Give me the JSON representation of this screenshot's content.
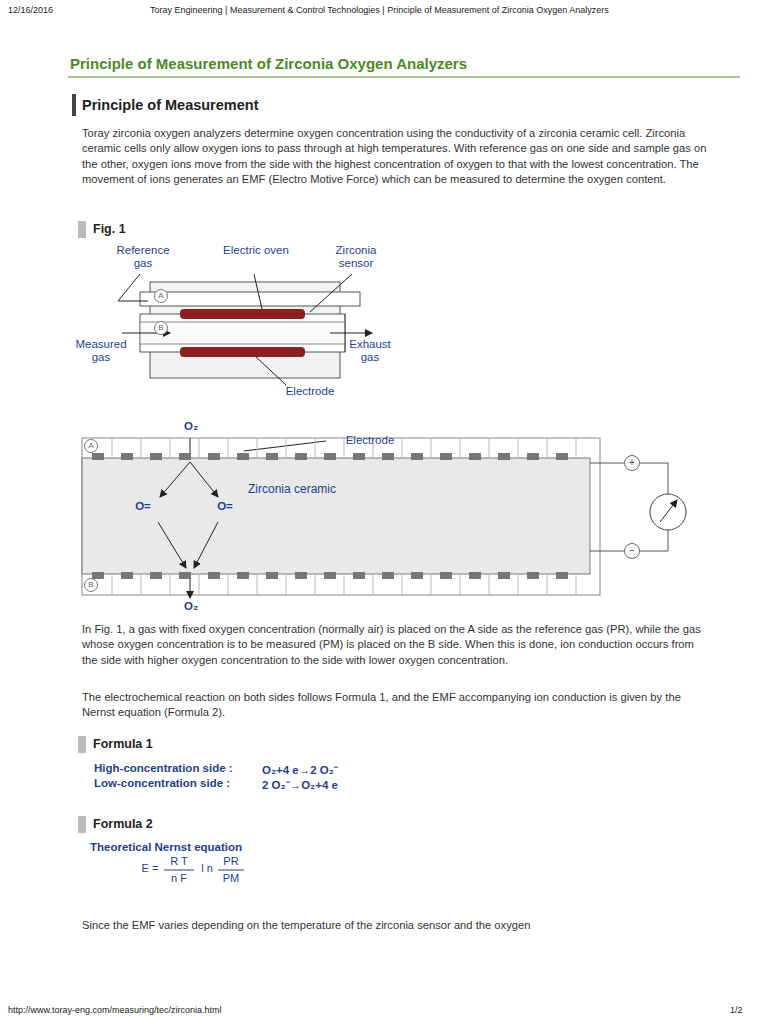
{
  "diagram": {
    "title": "Principle of Measurement of Zirconia Oxygen Analyzers",
    "nodes": [
      {
        "text": [
          "Zirconia ceramic"
        ]
      }
    ],
    "labels": [
      "12/16/2016",
      "Toray Engineering | Measurement & Control Technologies | Principle of Measurement of Zirconia Oxygen Analyzers",
      "Principle of Measurement",
      "Toray zirconia oxygen analyzers determine oxygen concentration using the conductivity of a zirconia ceramic cell. Zirconia ceramic cells only allow oxygen ions to pass through at high temperatures. With reference gas on one side and sample gas on the other, oxygen ions move from the side with the highest concentration of oxygen to that with the lowest concentration. The movement of ions generates an EMF (Electro Motive Force) which can be measured to determine the oxygen content.",
      "Fig. 1",
      "Reference gas",
      "Electric oven",
      "Zirconia sensor",
      "A",
      "B",
      "Measured gas",
      "Exhaust gas",
      "Electrode",
      "O₂",
      "Electrode",
      "A",
      "O=",
      "O=",
      "+",
      "−",
      "B",
      "O₂",
      "In Fig. 1, a gas with fixed oxygen concentration (normally air) is placed on the A side as the reference gas (PR), while the gas whose oxygen concentration is to be measured (PM) is placed on the B side. When this is done, ion conduction occurs from the side with higher oxygen concentration to the side with lower oxygen concentration.",
      "The electrochemical reaction on both sides follows Formula 1, and the EMF accompanying ion conduction is given by the Nernst equation (Formula 2).",
      "Formula 1",
      "High-concentration side :",
      "O₂+4 e→2 O₂⁻",
      "Low-concentration side :",
      "2 O₂⁻→O₂+4 e",
      "Formula 2",
      "Theoretical Nernst equation",
      "E =",
      "R T",
      "n F",
      "l n",
      "PR",
      "PM",
      "Since the EMF varies depending on the temperature of the zirconia sensor and the oxygen",
      "http://www.toray-eng.com/measuring/tec/zirconia.html",
      "1/2"
    ]
  }
}
